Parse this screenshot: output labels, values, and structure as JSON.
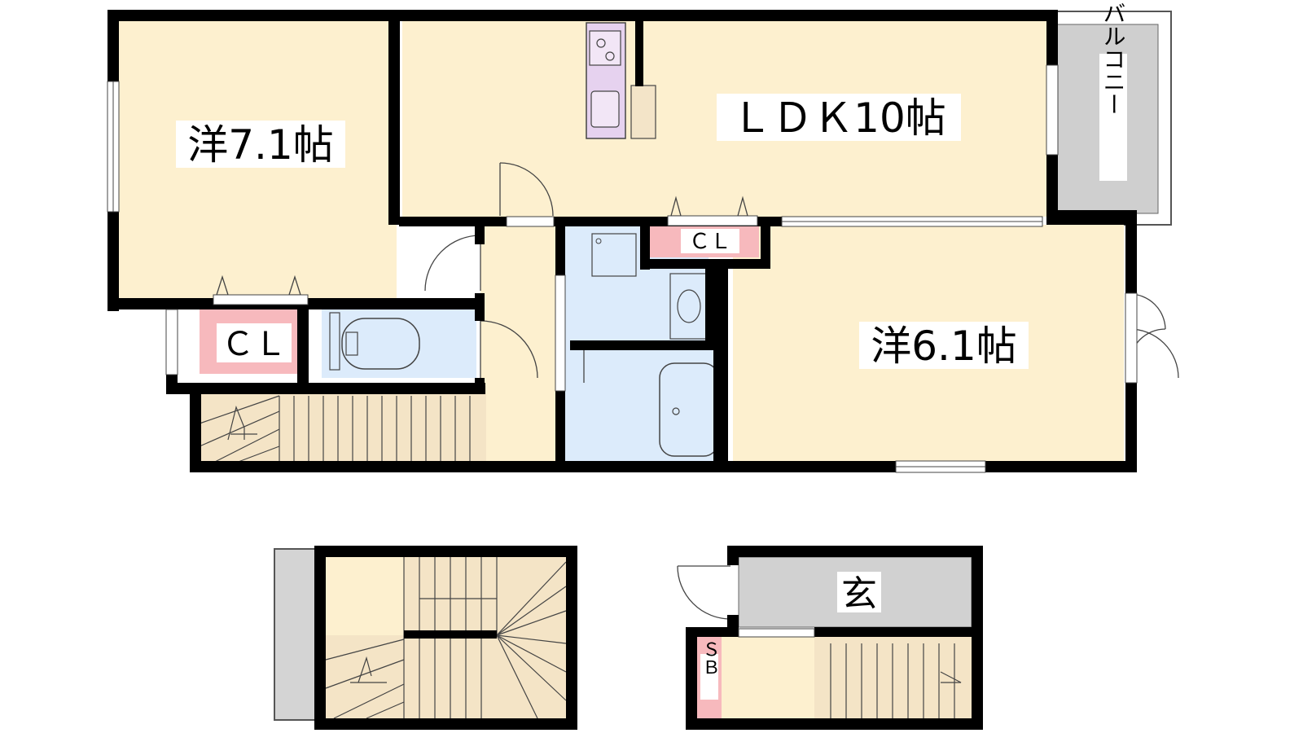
{
  "rooms": {
    "western_71": "洋7.1帖",
    "ldk": "ＬＤＫ10帖",
    "western_61": "洋6.1帖",
    "balcony": "バルコニー",
    "entrance": "玄"
  },
  "closets": {
    "cl_left": "ＣＬ",
    "cl_center": "ＣＬ",
    "shoe_box": "ＳＢ"
  },
  "colors": {
    "room_floor": "#fdf0cf",
    "wet_area": "#dcebfb",
    "closet": "#f7b9bd",
    "kitchen": "#e6d2ef",
    "balcony": "#cfcfcf",
    "entrance": "#d1d1d1",
    "wall": "#000000"
  }
}
